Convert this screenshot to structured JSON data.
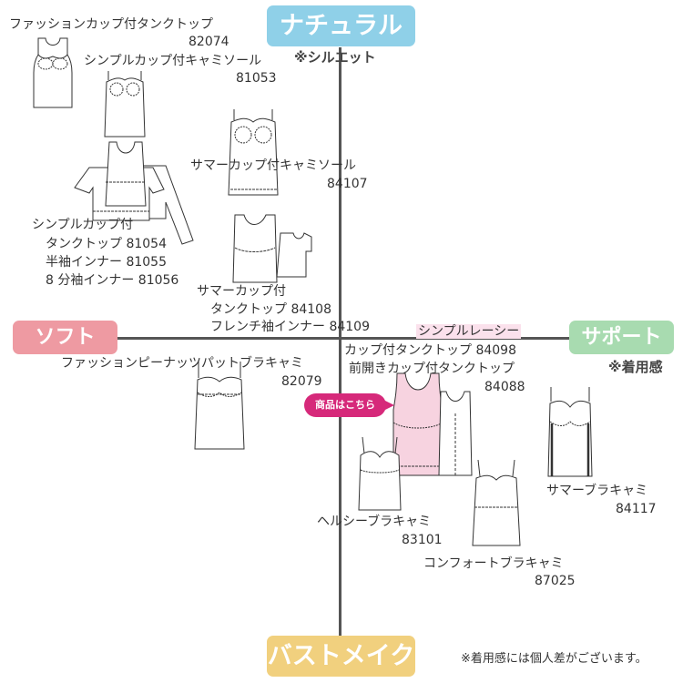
{
  "axes": {
    "top": "ナチュラル",
    "top_note": "※シルエット",
    "bottom": "バストメイク",
    "left": "ソフト",
    "right": "サポート",
    "right_note": "※着用感"
  },
  "colors": {
    "natural": "#8fd0e8",
    "bustmake": "#f1d07e",
    "soft": "#ee9aa2",
    "support": "#a8dbb0",
    "badge": "#d6297a",
    "featured_fill": "#f7d3e0"
  },
  "badge": "商品はこちら",
  "products": {
    "fashion_tank": {
      "name": "ファッションカップ付タンクトップ",
      "code": "82074"
    },
    "simple_camisole": {
      "name": "シンプルカップ付キャミソール",
      "code": "81053"
    },
    "summer_camisole": {
      "name": "サマーカップ付キャミソール",
      "code": "84107"
    },
    "simple_set": {
      "line1": "シンプルカップ付",
      "line2": "タンクトップ 81054",
      "line3": "半袖インナー 81055",
      "line4": "8 分袖インナー 81056"
    },
    "summer_set": {
      "line1": "サマーカップ付",
      "line2": "タンクトップ 84108",
      "line3": "フレンチ袖インナー 84109"
    },
    "peanuts_bracami": {
      "name": "ファッションピーナッツパットブラキャミ",
      "code": "82079"
    },
    "simple_lace": {
      "line1": "シンプルレーシー",
      "line2": "カップ付タンクトップ 84098"
    },
    "front_open": {
      "name": "前開きカップ付タンクトップ",
      "code": "84088"
    },
    "summer_bracami": {
      "name": "サマーブラキャミ",
      "code": "84117"
    },
    "healthy_bracami": {
      "name": "ヘルシーブラキャミ",
      "code": "83101"
    },
    "comfort_bracami": {
      "name": "コンフォートブラキャミ",
      "code": "87025"
    }
  },
  "footer_note": "※着用感には個人差がございます。"
}
